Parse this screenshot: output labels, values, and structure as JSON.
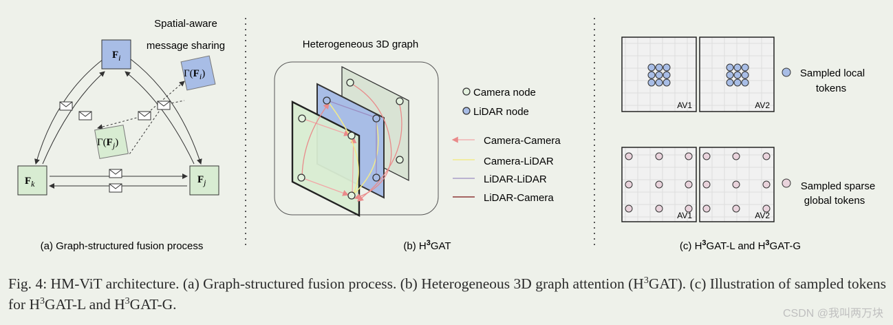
{
  "panel_a": {
    "nodes": {
      "fi": "F",
      "fi_sub": "i",
      "fk": "F",
      "fk_sub": "k",
      "fj": "F",
      "fj_sub": "j"
    },
    "gamma_i": {
      "prefix": "Γ(",
      "f": "F",
      "sub": "i",
      "suffix": ")"
    },
    "gamma_j": {
      "prefix": "Γ(",
      "f": "F",
      "sub": "j",
      "suffix": ")"
    },
    "label_line1": "Spatial-aware",
    "label_line2": "message sharing",
    "caption": "(a) Graph-structured fusion process",
    "colors": {
      "fi": "#a8bde6",
      "fj": "#d8ecd2",
      "fk": "#d8ecd2"
    }
  },
  "panel_b": {
    "title": "Heterogeneous 3D graph",
    "legend_nodes": [
      {
        "label": "Camera node",
        "color": "#e4f2df"
      },
      {
        "label": "LiDAR node",
        "color": "#a8bde6"
      }
    ],
    "legend_edges": [
      {
        "label": "Camera-Camera",
        "color": "#f2a6a6"
      },
      {
        "label": "Camera-LiDAR",
        "color": "#f2ea8a"
      },
      {
        "label": "LiDAR-LiDAR",
        "color": "#9a8cc0"
      },
      {
        "label": "LiDAR-Camera",
        "color": "#7a1010"
      }
    ],
    "caption_pre": "(b) H",
    "caption_sup": "3",
    "caption_post": "GAT"
  },
  "panel_c": {
    "local_tokens_line1": "Sampled local",
    "local_tokens_line2": "tokens",
    "global_tokens_line1": "Sampled sparse",
    "global_tokens_line2": "global tokens",
    "tiles": [
      "AV1",
      "AV2",
      "AV1",
      "AV2"
    ],
    "caption_pre": "(c) H",
    "caption_sup1": "3",
    "caption_mid": "GAT-L and H",
    "caption_sup2": "3",
    "caption_post": "GAT-G",
    "colors": {
      "local": "#a8bde6",
      "global": "#e9d3dc"
    }
  },
  "caption": {
    "p1": "Fig. 4: HM-ViT architecture. (a) Graph-structured fusion process. (b) Heterogeneous 3D graph attention (H",
    "sup1": "3",
    "p2": "GAT). (c) Illustration of sampled tokens for H",
    "sup2": "3",
    "p3": "GAT-L and H",
    "sup3": "3",
    "p4": "GAT-G."
  },
  "watermark": "CSDN @我叫两万块"
}
